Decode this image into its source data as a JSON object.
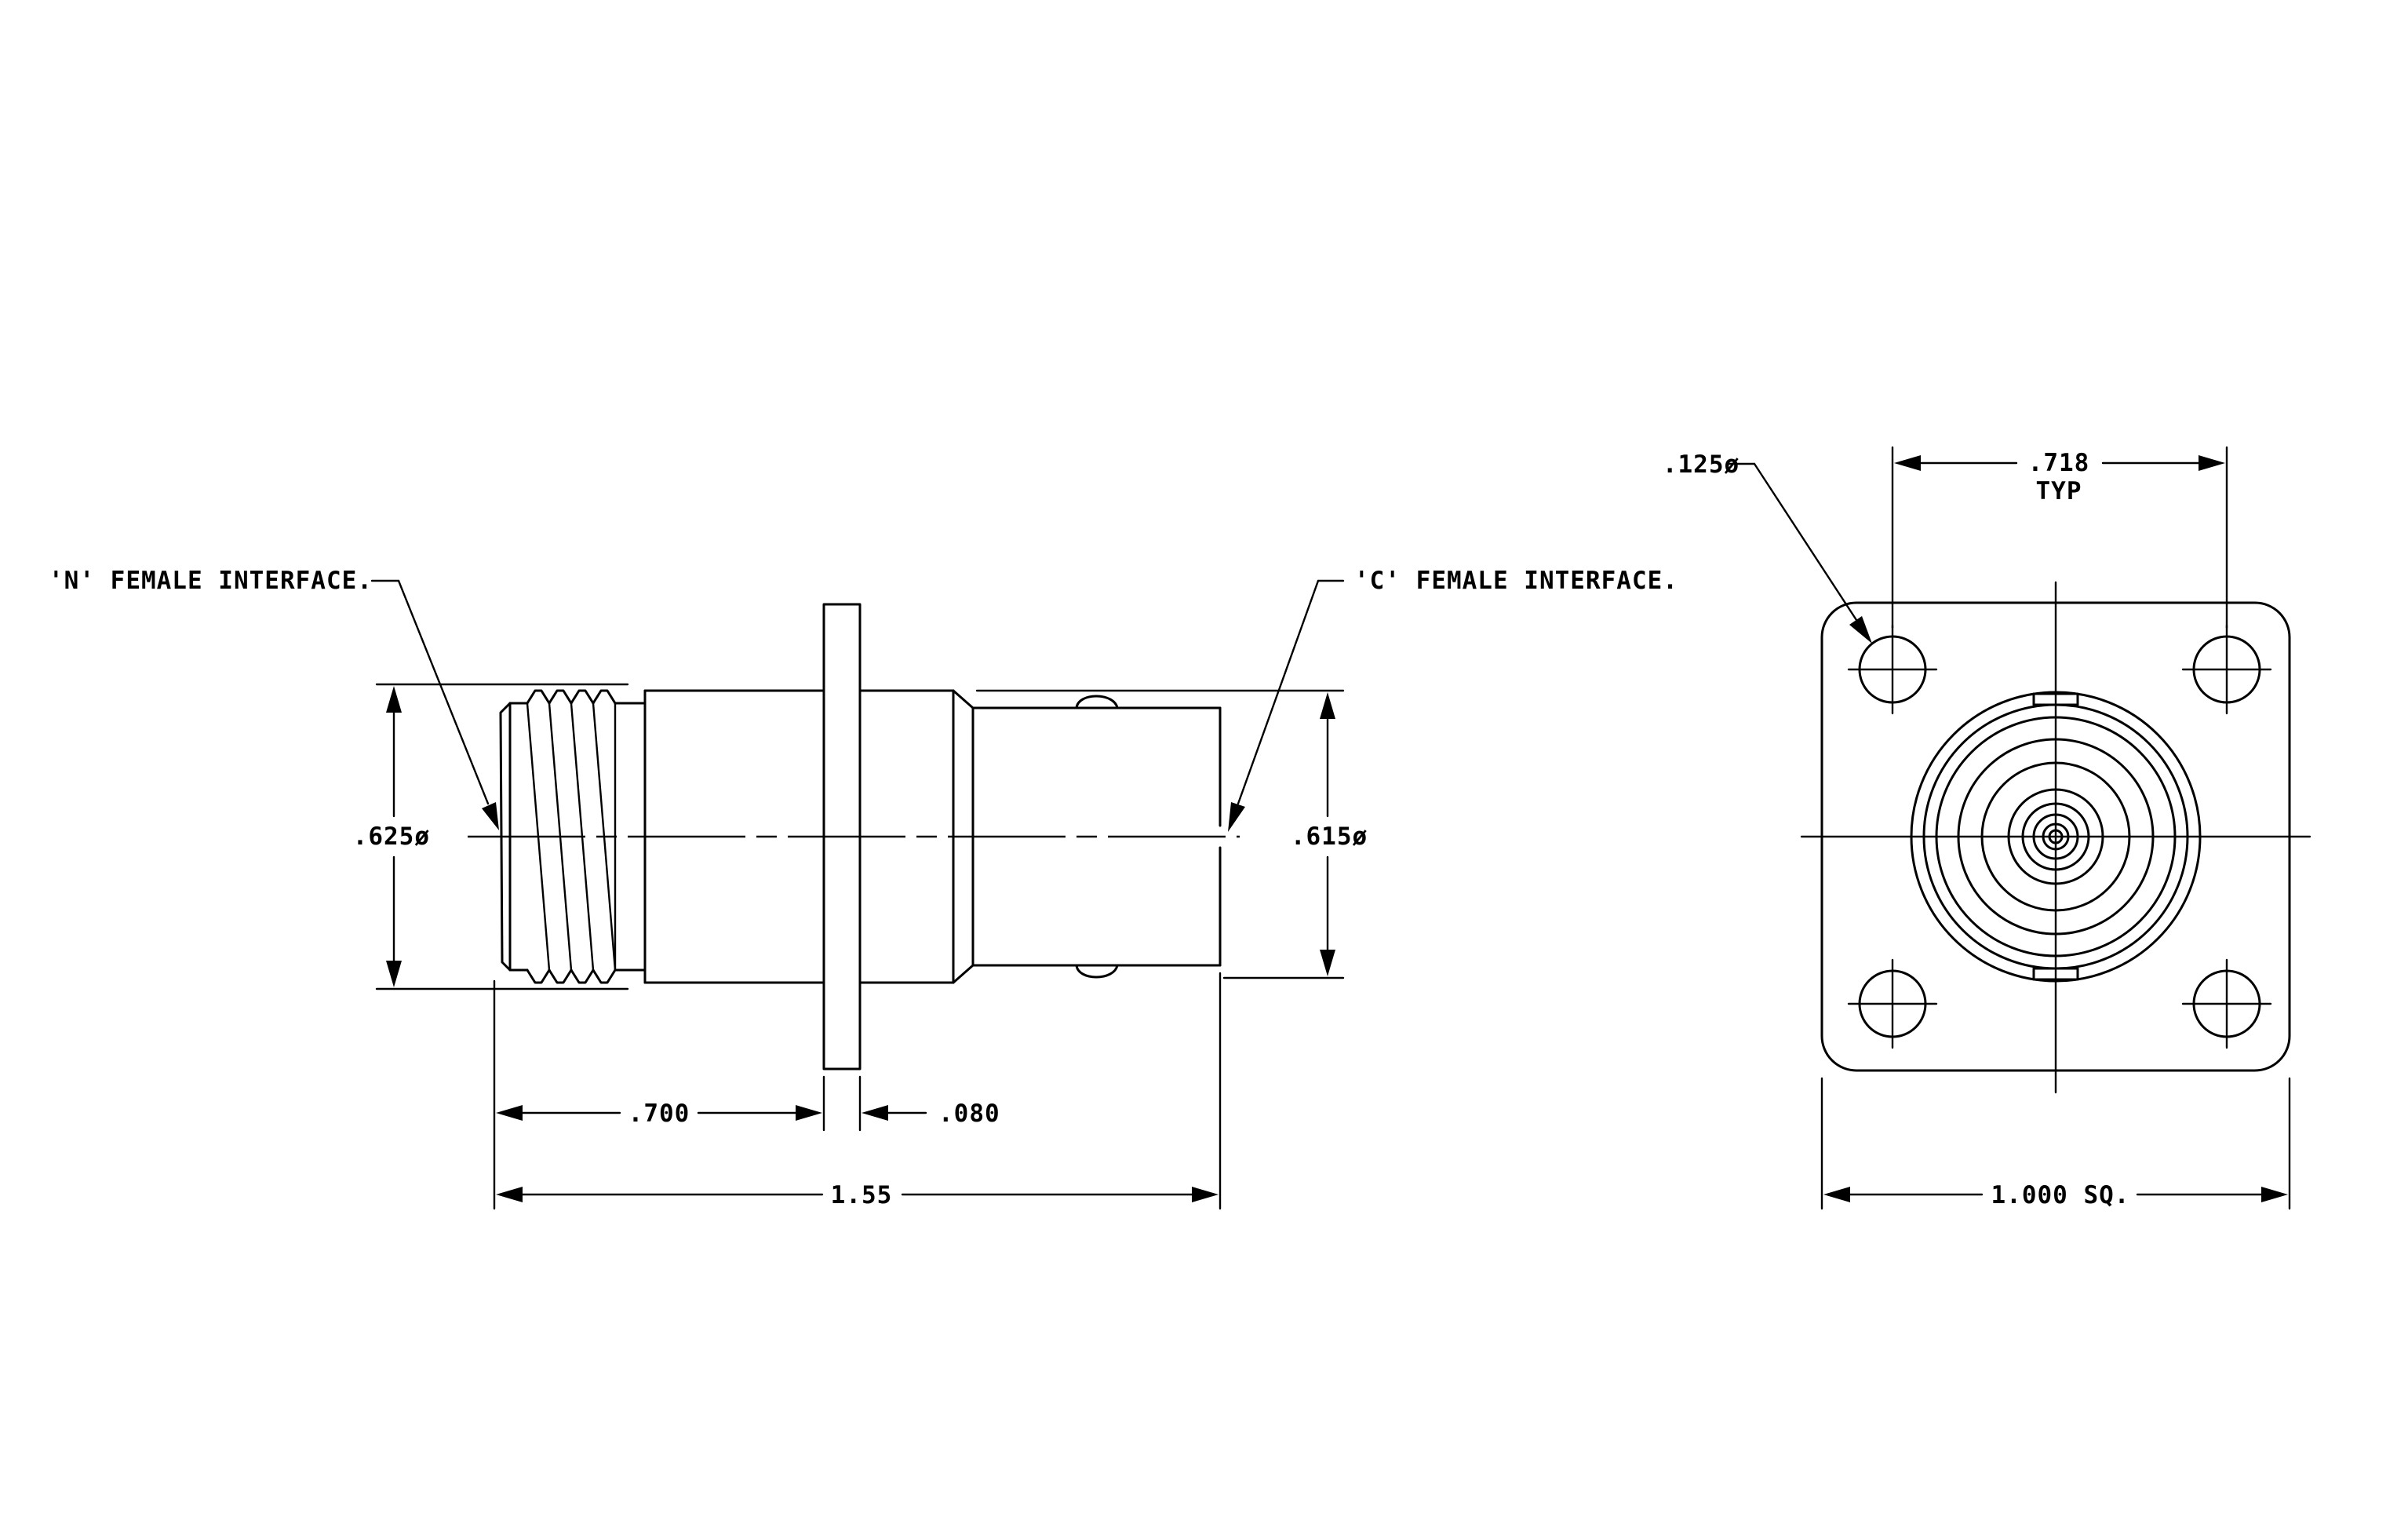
{
  "callouts": {
    "n_interface": "'N' FEMALE INTERFACE.",
    "c_interface": "'C' FEMALE INTERFACE.",
    "hole_diameter": ".125ø"
  },
  "dimensions": {
    "n_diameter": ".625ø",
    "c_diameter": ".615ø",
    "n_length": ".700",
    "flange_thickness": ".080",
    "overall_length": "1.55",
    "hole_spacing": ".718",
    "hole_spacing_note": "TYP",
    "flange_size": "1.000 SQ."
  },
  "colors": {
    "line": "#000000",
    "background": "#ffffff"
  }
}
